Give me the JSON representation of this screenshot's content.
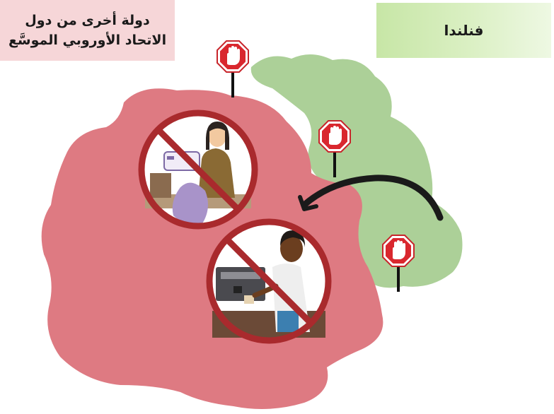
{
  "labels": {
    "other_country_line1": "دولة أخرى من دول",
    "other_country_line2": "الاتحاد الأوروبي الموسَّع",
    "finland": "فنلندا"
  },
  "colors": {
    "other_country_fill": "#de7a82",
    "finland_fill": "#acd098",
    "label_pink": "#f6d6d8",
    "label_green": "#c7e6a6",
    "stop_sign": "#d9272e",
    "prohibition_ring": "#a92a2d",
    "arrow": "#1a1a1a"
  },
  "icons": [
    "stop-sign-icon",
    "stop-hand-icon",
    "prohibition-icon",
    "curved-arrow-icon"
  ]
}
